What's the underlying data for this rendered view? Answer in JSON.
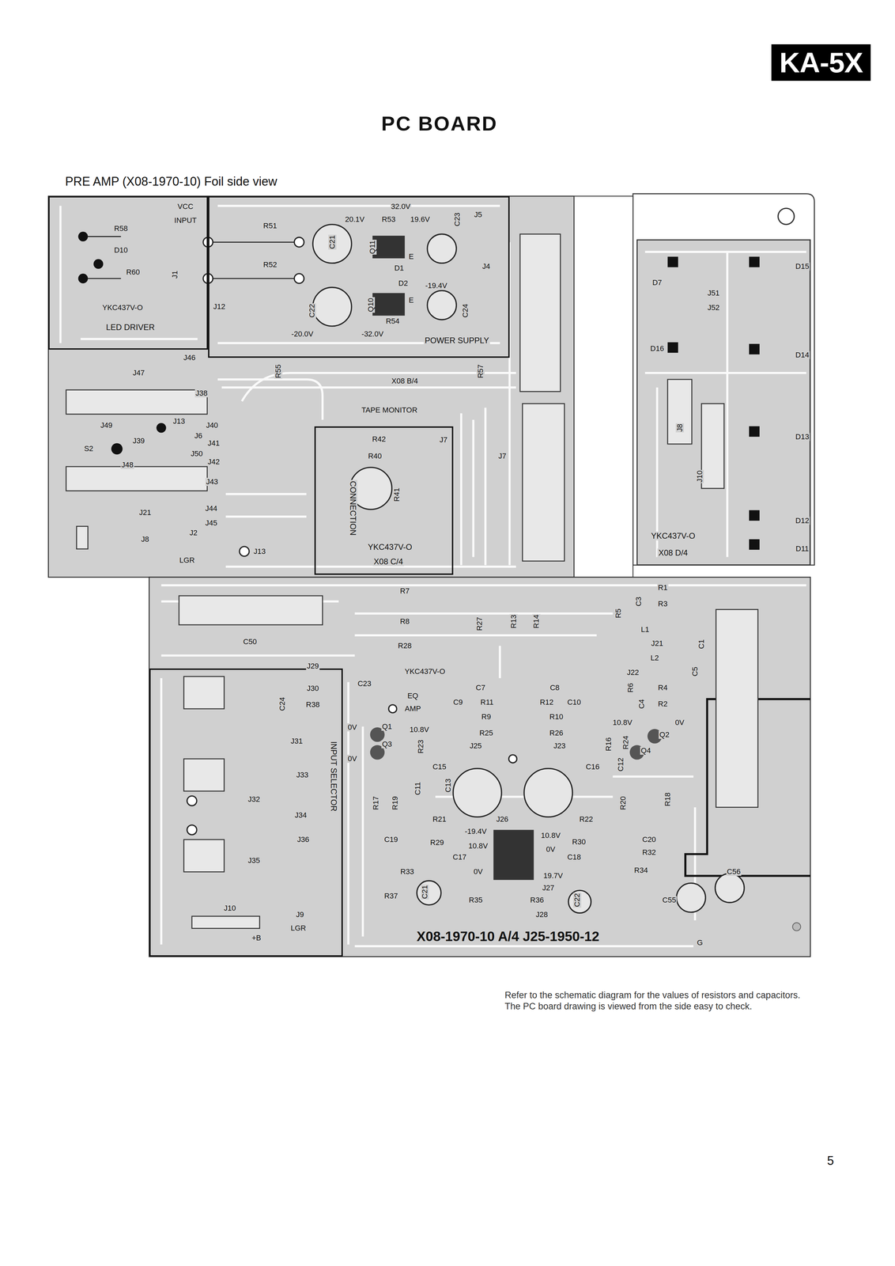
{
  "diagram": {
    "title": "PC BOARD",
    "caption": "Refer to the schematic diagram for the values of resistors and capacitors. The PC board drawing is viewed from the side easy to check.",
    "nodes": [
      {
        "text": [
          "KA-5X"
        ]
      },
      {
        "text": [
          "LED DRIVER"
        ]
      },
      {
        "text": [
          "POWER SUPPLY"
        ]
      },
      {
        "text": [
          "CONNECTION",
          "YKC437V-O",
          "X08 C/4"
        ]
      },
      {
        "text": [
          "YKC437V-O",
          "X08 D/4"
        ]
      },
      {
        "text": [
          "INPUT SELECTOR"
        ]
      }
    ],
    "labels": [
      "PRE AMP (X08-1970-10) Foil side view",
      "5",
      "VCC",
      "INPUT",
      "R58",
      "D10",
      "R60",
      "J1",
      "YKC437V-O",
      "J12",
      "R51",
      "R52",
      "C21",
      "20.1V",
      "R53",
      "32.0V",
      "19.6V",
      "C23",
      "J5",
      "Q11",
      "D1",
      "E",
      "J4",
      "D2",
      "-19.4V",
      "C22",
      "Q10",
      "E",
      "C24",
      "R54",
      "-20.0V",
      "-32.0V",
      "J46",
      "R55",
      "R57",
      "J47",
      "X08 B/4",
      "J38",
      "TAPE MONITOR",
      "J49",
      "J13",
      "J40",
      "J6",
      "J39",
      "J41",
      "S2",
      "J50",
      "J42",
      "J48",
      "J43",
      "R42",
      "R40",
      "R41",
      "J7",
      "J7",
      "J44",
      "J21",
      "J45",
      "J2",
      "J8",
      "J13",
      "LGR",
      "D15",
      "D7",
      "J51",
      "J52",
      "D16",
      "D14",
      "J8",
      "D13",
      "J10",
      "D12",
      "D11",
      "R7",
      "R8",
      "R28",
      "R27",
      "R13",
      "R14",
      "R1",
      "R3",
      "C3",
      "R5",
      "L1",
      "J21",
      "C1",
      "L2",
      "J22",
      "C5",
      "R6",
      "R4",
      "C4",
      "R2",
      "C50",
      "J29",
      "YKC437V-O",
      "J30",
      "C23",
      "C24",
      "R38",
      "C7",
      "C8",
      "C9",
      "R11",
      "R12",
      "C10",
      "EQ",
      "AMP",
      "R9",
      "R10",
      "0V",
      "10.8V",
      "Q1",
      "Q3",
      "R23",
      "0V",
      "R25",
      "R26",
      "J25",
      "J23",
      "10.8V",
      "0V",
      "Q2",
      "R16",
      "R24",
      "Q4",
      "C15",
      "C16",
      "C12",
      "C11",
      "C13",
      "R17",
      "R19",
      "R20",
      "R18",
      "J31",
      "J33",
      "J32",
      "J34",
      "J36",
      "J35",
      "R21",
      "J26",
      "R22",
      "-19.4V",
      "10.8V",
      "R29",
      "C19",
      "10.8V",
      "R30",
      "C20",
      "0V",
      "C17",
      "C18",
      "R32",
      "R33",
      "0V",
      "19.7V",
      "R34",
      "J27",
      "C21",
      "R37",
      "R35",
      "R36",
      "C22",
      "C55",
      "C56",
      "J28",
      "J10",
      "J9",
      "LGR",
      "X08-1970-10 A/4 J25-1950-12",
      "G",
      "+B"
    ]
  }
}
